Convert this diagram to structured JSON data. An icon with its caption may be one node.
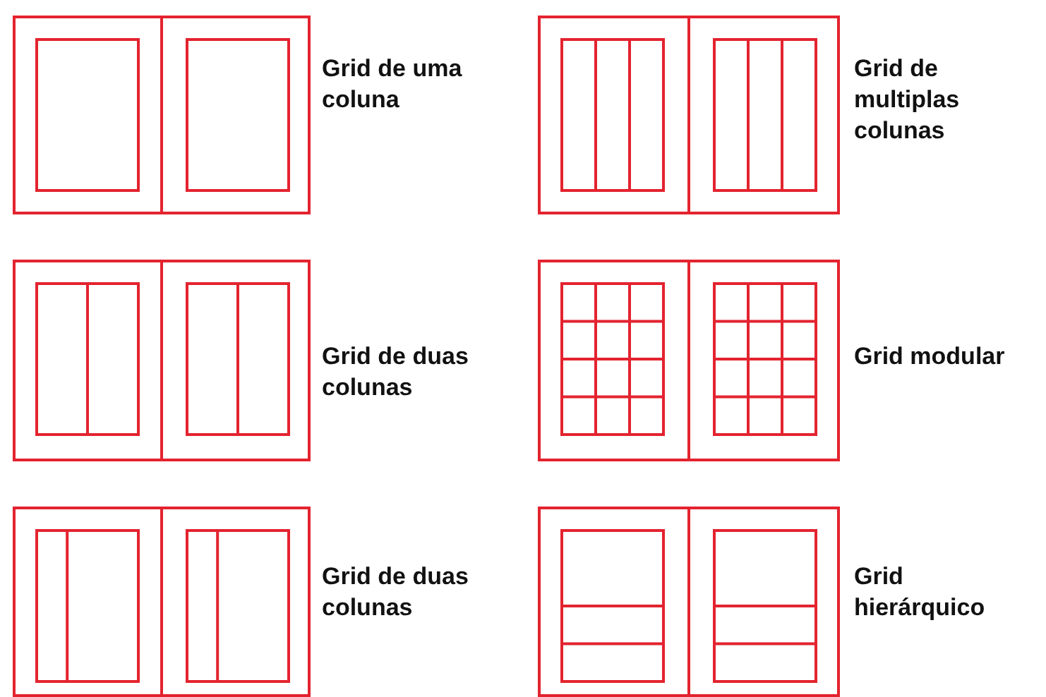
{
  "diagram": {
    "labels": [
      "Grid de uma coluna",
      "Grid de multiplas colunas",
      "Grid de duas colunas",
      "Grid modular",
      "Grid de duas colunas",
      "Grid hierárquico"
    ]
  }
}
